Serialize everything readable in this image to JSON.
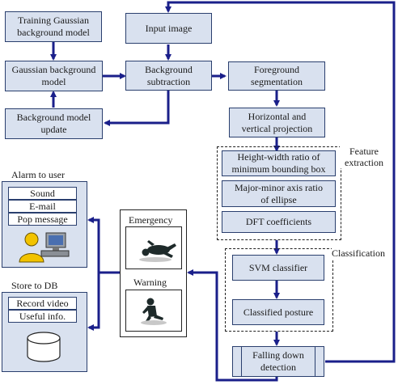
{
  "boxes": {
    "training_gaussian": "Training Gaussian\nbackground model",
    "gaussian_model": "Gaussian background\nmodel",
    "bg_update": "Background model\nupdate",
    "input_image": "Input image",
    "bg_subtraction": "Background\nsubtraction",
    "fg_segmentation": "Foreground\nsegmentation",
    "projection": "Horizontal and\nvertical projection",
    "height_width": "Height-width ratio of\nminimum bounding box",
    "major_minor": "Major-minor axis ratio\nof ellipse",
    "dft": "DFT coefficients",
    "svm": "SVM classifier",
    "classified": "Classified posture",
    "falling": "Falling down\ndetection"
  },
  "groups": {
    "feature_extraction": "Feature\nextraction",
    "classification": "Classification"
  },
  "alarm": {
    "title": "Alarm to user",
    "items": [
      "Sound",
      "E-mail",
      "Pop message"
    ]
  },
  "db": {
    "title": "Store to DB",
    "items": [
      "Record video",
      "Useful info."
    ]
  },
  "states": {
    "emergency": "Emergency",
    "warning": "Warning"
  },
  "colors": {
    "arrow": "#1a1f8a",
    "box_fill": "#d9e1ef",
    "box_border": "#2a3f6e"
  }
}
